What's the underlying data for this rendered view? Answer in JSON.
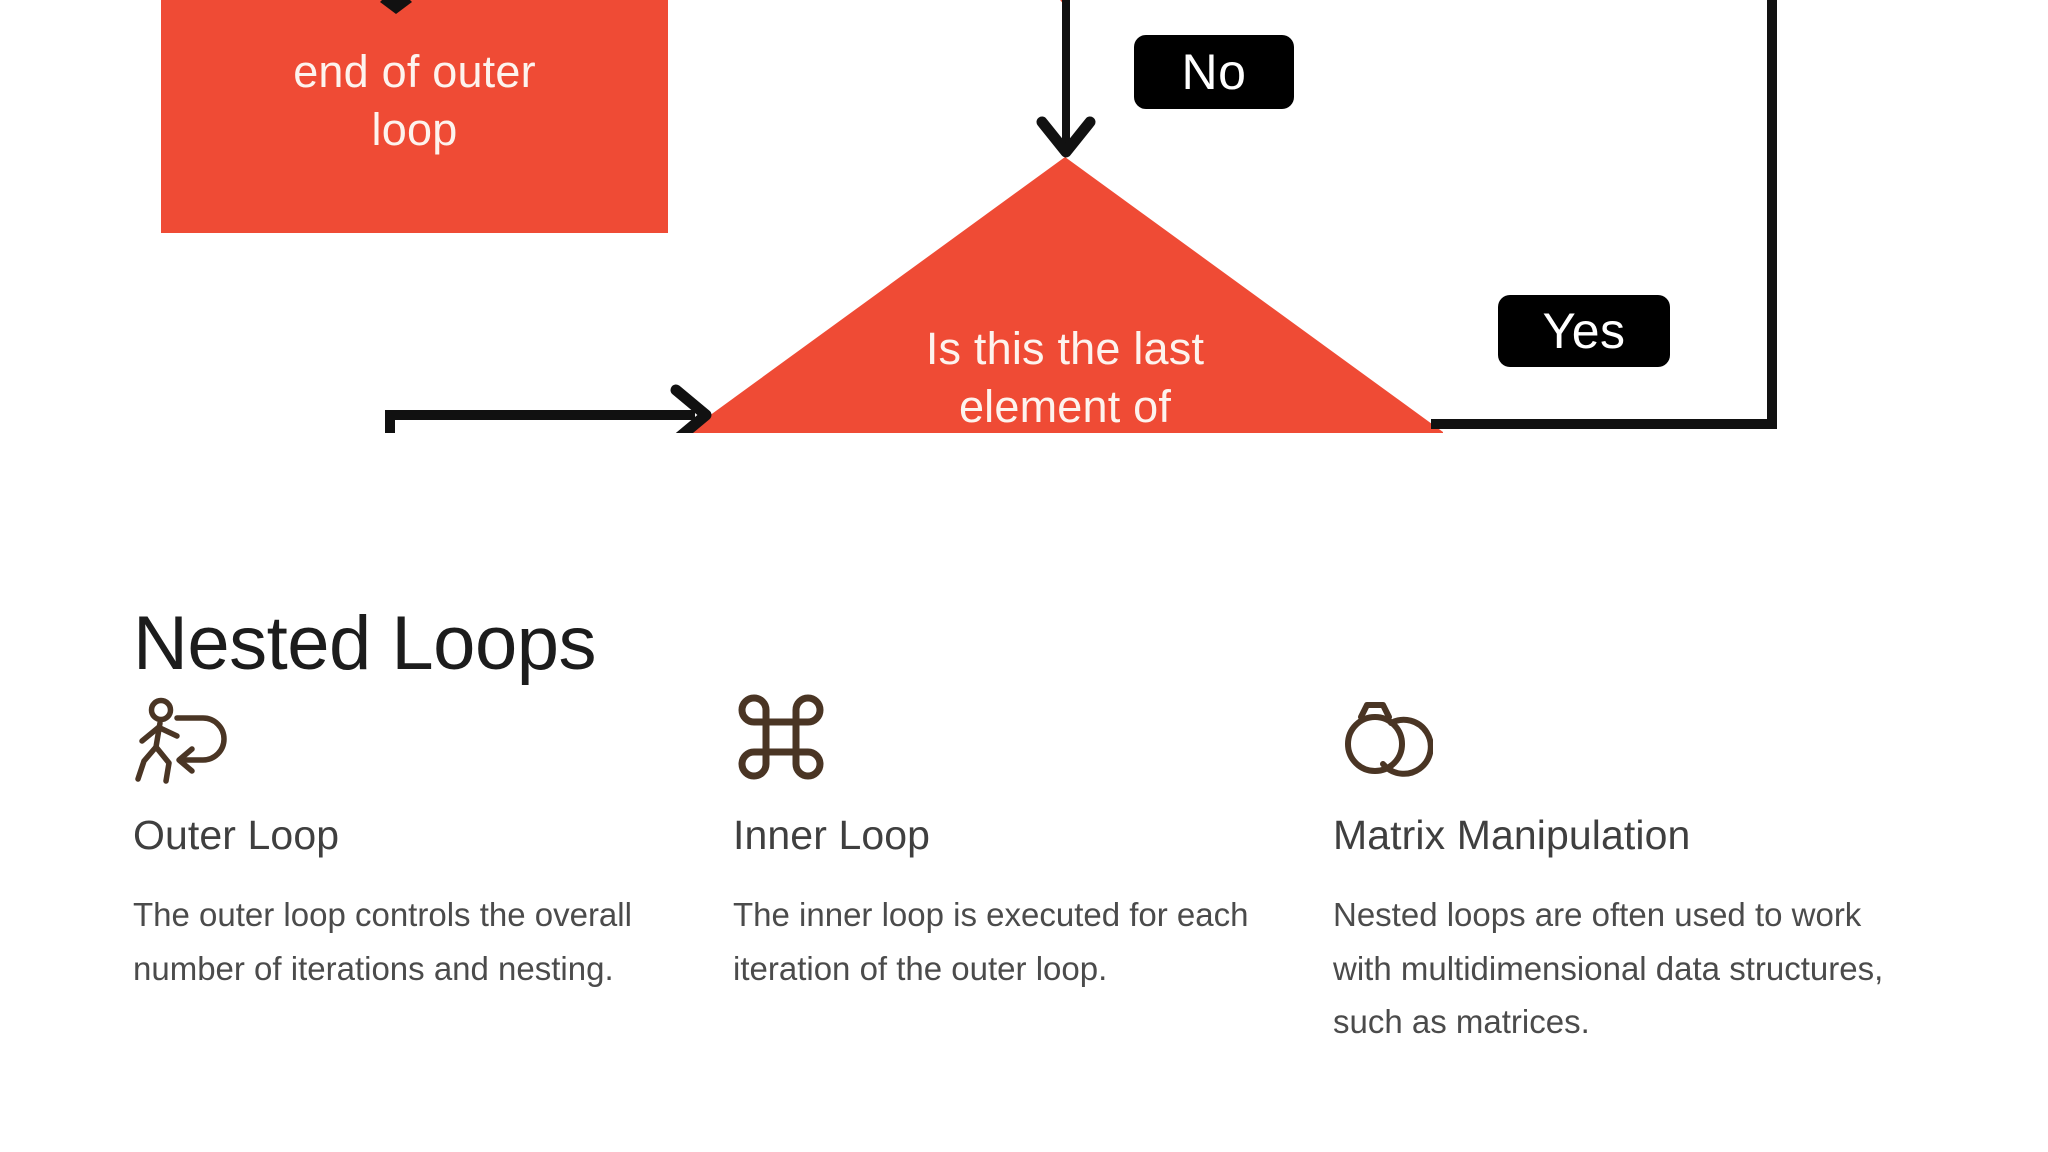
{
  "flowchart": {
    "accent_color": "#ef4b35",
    "line_color": "#000000",
    "badge_bg": "#000000",
    "badge_text_color": "#ffffff",
    "shape_text_color": "#fdf3ee",
    "nodes": [
      {
        "id": "end-outer-loop",
        "shape": "rectangle",
        "label": "end of outer\nloop"
      },
      {
        "id": "last-element-decision",
        "shape": "diamond",
        "label": "Is this the last\nelement of"
      }
    ],
    "edge_labels": {
      "no": "No",
      "yes": "Yes"
    }
  },
  "section": {
    "title": "Nested Loops",
    "columns": [
      {
        "icon": "walking-person-loop-icon",
        "heading": "Outer Loop",
        "body": "The outer loop controls the overall number of iterations and nesting."
      },
      {
        "icon": "command-loop-icon",
        "heading": "Inner Loop",
        "body": "The inner loop is executed for each iteration of the outer loop."
      },
      {
        "icon": "interlocking-rings-icon",
        "heading": "Matrix Manipulation",
        "body": "Nested loops are often used to work with multidimensional data structures, such as matrices."
      }
    ],
    "icon_color": "#4a3524",
    "title_color": "#1c1c1c",
    "heading_color": "#3f3f3f",
    "body_color": "#4b4b4b"
  }
}
